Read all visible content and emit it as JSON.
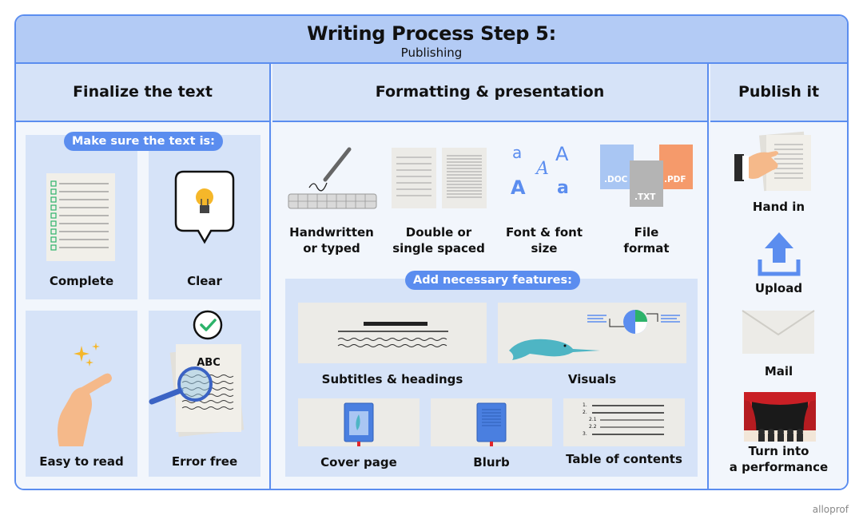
{
  "header": {
    "title": "Writing Process Step 5:",
    "subtitle": "Publishing"
  },
  "columns": {
    "finalize": {
      "heading": "Finalize the text",
      "pill": "Make sure the text is:",
      "items": [
        {
          "label": "Complete",
          "icon": "checklist-icon"
        },
        {
          "label": "Clear",
          "icon": "lightbulb-icon"
        },
        {
          "label": "Easy to read",
          "icon": "pointing-hand-icon"
        },
        {
          "label": "Error free",
          "icon": "magnifier-icon",
          "icon_text": "ABC"
        }
      ]
    },
    "formatting": {
      "heading": "Formatting & presentation",
      "options": [
        {
          "label_line1": "Handwritten",
          "label_line2": "or typed",
          "icon": "pen-keyboard-icon"
        },
        {
          "label_line1": "Double or",
          "label_line2": "single spaced",
          "icon": "spacing-pages-icon"
        },
        {
          "label_line1": "Font & font",
          "label_line2": "size",
          "icon": "fonts-icon"
        },
        {
          "label_line1": "File",
          "label_line2": "format",
          "icon": "file-types-icon"
        }
      ],
      "file_types": [
        ".DOC",
        ".TXT",
        ".PDF"
      ],
      "font_glyph": "a",
      "font_glyph_caps": "A",
      "features_pill": "Add necessary features:",
      "features": [
        {
          "label": "Subtitles & headings",
          "icon": "headings-icon"
        },
        {
          "label": "Visuals",
          "icon": "narwhal-chart-icon"
        },
        {
          "label": "Cover page",
          "icon": "book-cover-icon"
        },
        {
          "label": "Blurb",
          "icon": "book-back-icon"
        },
        {
          "label": "Table of contents",
          "icon": "toc-icon"
        }
      ],
      "toc_numbers": [
        "1.",
        "2.",
        "2.1",
        "2.2",
        "3."
      ]
    },
    "publish": {
      "heading": "Publish it",
      "items": [
        {
          "label_line1": "Hand in",
          "label_line2": "",
          "icon": "hand-paper-icon"
        },
        {
          "label_line1": "Upload",
          "label_line2": "",
          "icon": "upload-icon"
        },
        {
          "label_line1": "Mail",
          "label_line2": "",
          "icon": "envelope-icon"
        },
        {
          "label_line1": "Turn into",
          "label_line2": "a performance",
          "icon": "stage-icon"
        }
      ]
    }
  },
  "footer": {
    "brand": "alloprof"
  },
  "colors": {
    "accent": "#5b8def",
    "header_bg": "#b3cbf5",
    "tile_bg": "#d6e3f8",
    "card_bg": "#ecebe7",
    "check_green": "#2db36a",
    "pdf_orange": "#f59a6b",
    "stage_red": "#e0262c"
  }
}
